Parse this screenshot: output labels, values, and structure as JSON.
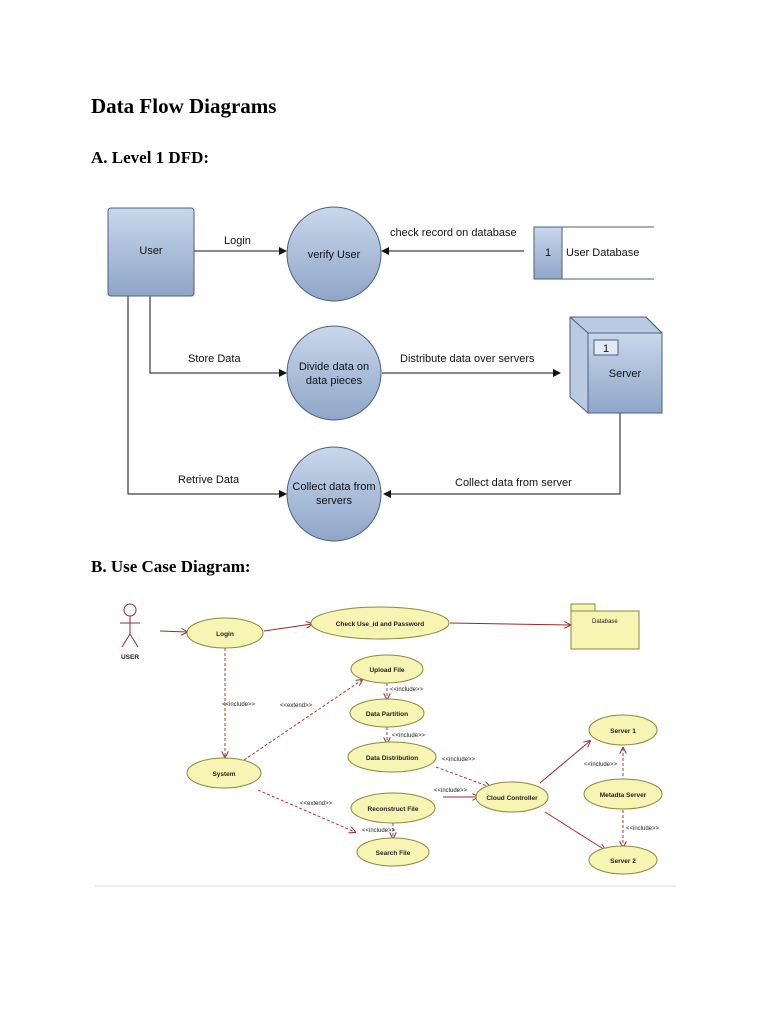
{
  "document": {
    "title": "Data Flow Diagrams",
    "section_a": "A. Level 1 DFD:",
    "section_b": "B. Use Case Diagram:"
  },
  "dfd": {
    "entity_user": "User",
    "process_verify": "verify User",
    "process_divide_l1": "Divide data on",
    "process_divide_l2": "data pieces",
    "process_collect_l1": "Collect data from",
    "process_collect_l2": "servers",
    "store_id": "1",
    "store_name": "User Database",
    "server_id": "1",
    "server_name": "Server",
    "flow_login": "Login",
    "flow_check": "check record on database",
    "flow_store": "Store Data",
    "flow_distribute": "Distribute data over servers",
    "flow_retrieve": "Retrive Data",
    "flow_collect": "Collect data from server"
  },
  "usecase": {
    "actor": "USER",
    "login": "Login",
    "check": "Check Use_id and Password",
    "database": "Database",
    "upload": "Upload File",
    "partition": "Data Partition",
    "distribution": "Data Distribution",
    "system": "System",
    "reconstruct": "Reconstruct File",
    "search": "Search File",
    "cloud": "Cloud Controller",
    "server1": "Server 1",
    "metadata": "Metadta Server",
    "server2": "Server 2",
    "rel_include": "<<include>>",
    "rel_extend": "<<extend>>"
  },
  "colors": {
    "dfd_fill": "#a9bedb",
    "dfd_stroke": "#4a5f80",
    "uc_fill": "#f8f4b4",
    "uc_stroke": "#8a8a3a",
    "uc_link": "#9b2a2a"
  }
}
